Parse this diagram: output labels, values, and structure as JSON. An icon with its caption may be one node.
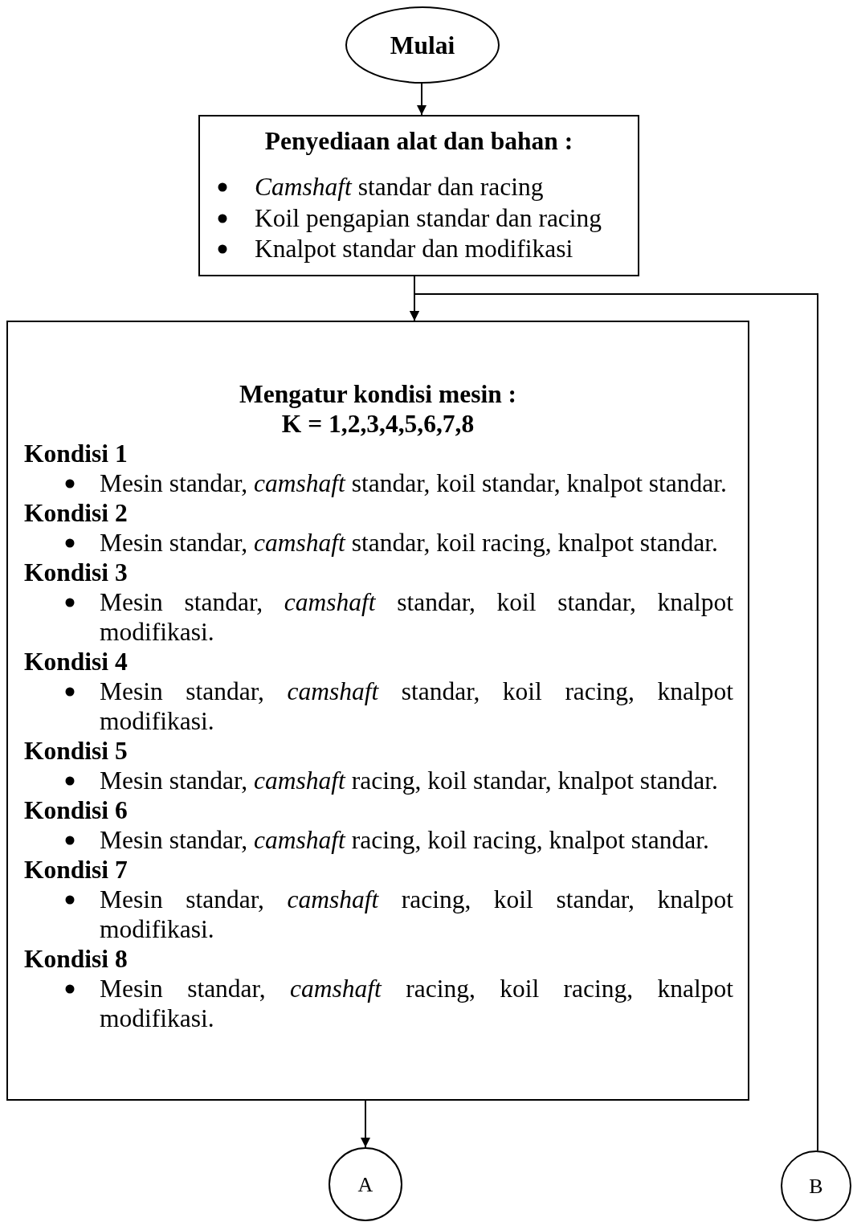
{
  "diagram": {
    "nodes": [
      {
        "text": [
          "Mulai"
        ]
      },
      {
        "text": [
          "Penyediaan alat dan bahan :",
          "*Camshaft* standar dan racing",
          "Koil pengapian standar dan racing",
          "Knalpot standar dan modifikasi"
        ]
      },
      {
        "text": [
          "Mengatur kondisi mesin :",
          "K = 1,2,3,4,5,6,7,8",
          "Kondisi 1",
          "Mesin standar, *camshaft* standar, koil standar, knalpot standar.",
          "Kondisi 2",
          "Mesin standar, *camshaft* standar, koil racing, knalpot standar.",
          "Kondisi 3",
          "Mesin standar, *camshaft* standar, koil standar, knalpot modifikasi.",
          "Kondisi 4",
          "Mesin standar, *camshaft* standar, koil racing, knalpot modifikasi.",
          "Kondisi 5",
          "Mesin standar, *camshaft* racing, koil standar, knalpot standar.",
          "Kondisi 6",
          "Mesin standar, *camshaft* racing, koil racing, knalpot standar.",
          "Kondisi 7",
          "Mesin standar, *camshaft* racing, koil standar, knalpot modifikasi.",
          "Kondisi 8",
          "Mesin standar, *camshaft* racing, koil racing, knalpot modifikasi."
        ]
      },
      {
        "text": [
          "A"
        ]
      },
      {
        "text": [
          "B"
        ]
      }
    ],
    "edges": [
      {
        "from": 0,
        "to": 1,
        "arrow": "to"
      },
      {
        "from": 1,
        "to": 2,
        "arrow": "to"
      },
      {
        "from": 2,
        "to": 3,
        "arrow": "to"
      },
      {
        "from": 4,
        "to": 2,
        "arrow": "to"
      }
    ]
  }
}
